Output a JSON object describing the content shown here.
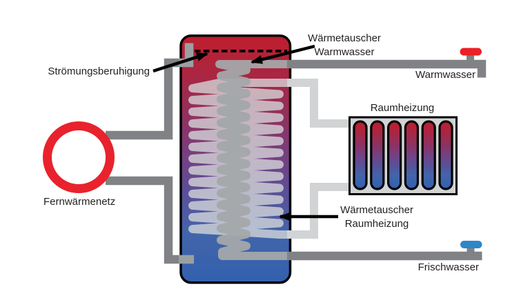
{
  "labels": {
    "stroemungsberuhigung": "Strömungsberuhigung",
    "waermetauscher_warmwasser_line1": "Wärmetauscher",
    "waermetauscher_warmwasser_line2": "Warmwasser",
    "warmwasser_pipe": "Warmwasser",
    "raumheizung_title": "Raumheizung",
    "waermetauscher_raumheizung_line1": "Wärmetauscher",
    "waermetauscher_raumheizung_line2": "Raumheizung",
    "fernwaermenetz": "Fernwärmenetz",
    "frischwasser_pipe": "Frischwasser"
  },
  "colors": {
    "tank_hot_top": "#bf1e2d",
    "tank_cold_bottom": "#3260ae",
    "pipe_dark": "#808285",
    "pipe_dark_inside": "#9aa0a2",
    "pipe_light": "#d1d3d4",
    "coil_warmwater": "#a3a8aa",
    "coil_heating": "#d6d8da",
    "district_ring_red": "#e8232d",
    "valve_warm_red": "#ec2027",
    "valve_cold_blue": "#2f86c8",
    "radiator_body": "#d1d3d4",
    "outline_black": "#000000"
  }
}
